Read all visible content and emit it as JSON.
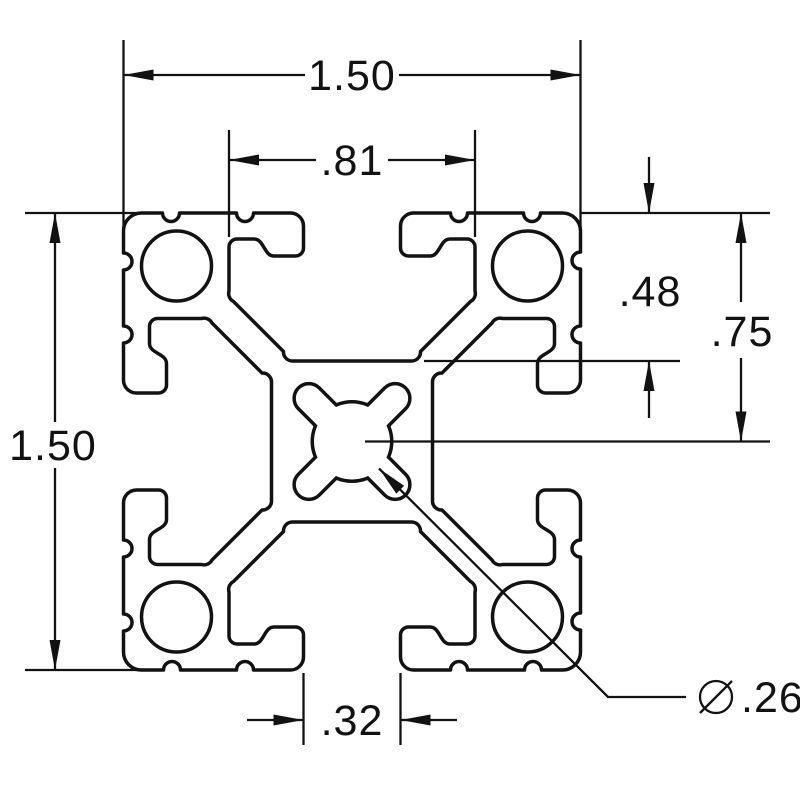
{
  "drawing": {
    "dimensions": {
      "overall_width": "1.50",
      "overall_height": "1.50",
      "slot_cavity_width": ".81",
      "slot_depth": ".48",
      "face_to_center": ".75",
      "slot_opening_width": ".32",
      "center_bore_diameter": ".26",
      "center_bore_symbol": "⌀"
    },
    "colors": {
      "line": "#121212",
      "background": "#ffffff"
    }
  }
}
